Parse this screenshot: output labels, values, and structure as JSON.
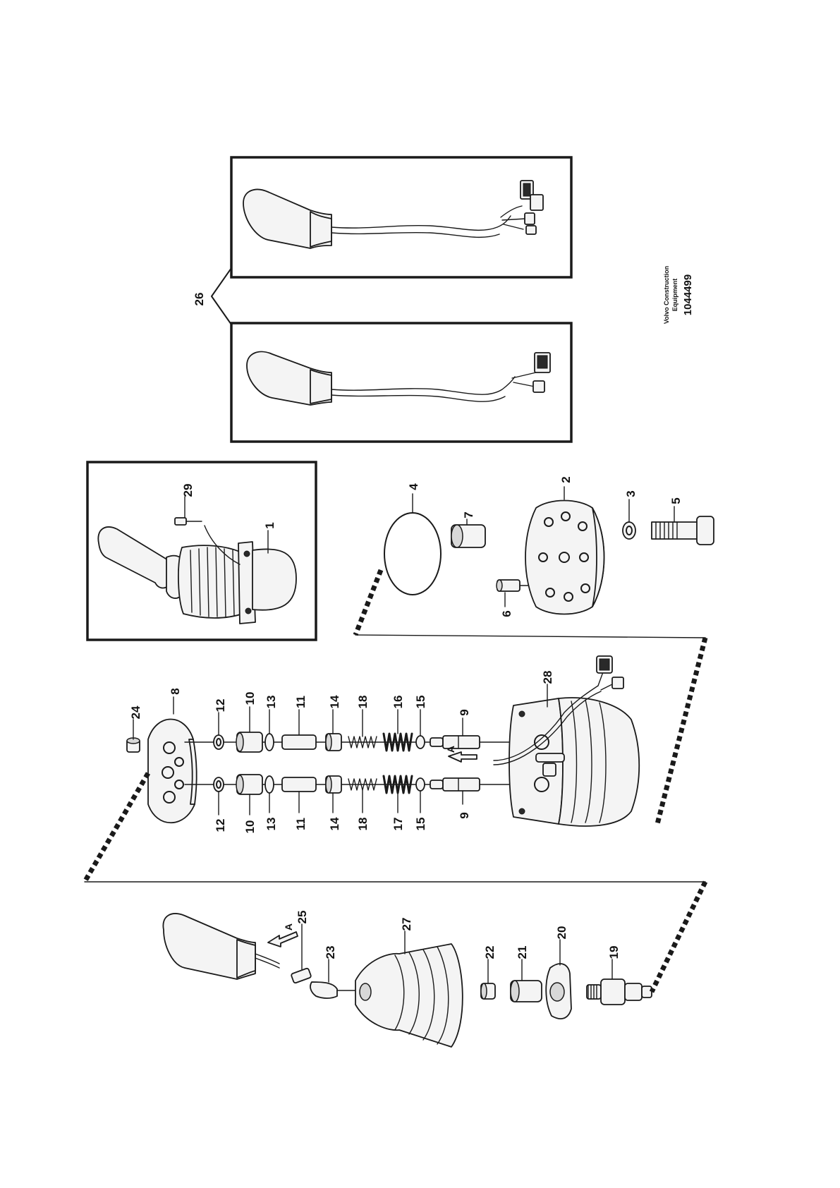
{
  "labels": {
    "p1": "1",
    "p2": "2",
    "p3": "3",
    "p4": "4",
    "p5": "5",
    "p6": "6",
    "p7": "7",
    "p8": "8",
    "p9a": "9",
    "p9b": "9",
    "p10a": "10",
    "p10b": "10",
    "p11a": "11",
    "p11b": "11",
    "p12a": "12",
    "p12b": "12",
    "p13a": "13",
    "p13b": "13",
    "p14a": "14",
    "p14b": "14",
    "p15a": "15",
    "p15b": "15",
    "p16": "16",
    "p17": "17",
    "p18a": "18",
    "p18b": "18",
    "p19": "19",
    "p20": "20",
    "p21": "21",
    "p22": "22",
    "p23": "23",
    "p24": "24",
    "p25": "25",
    "p26": "26",
    "p27": "27",
    "p28": "28",
    "p29": "29",
    "viewA1": "A",
    "viewA2": "A"
  },
  "brand": {
    "line1": "Volvo Construction",
    "line2": "Equipment"
  },
  "doc_number": "1044499"
}
